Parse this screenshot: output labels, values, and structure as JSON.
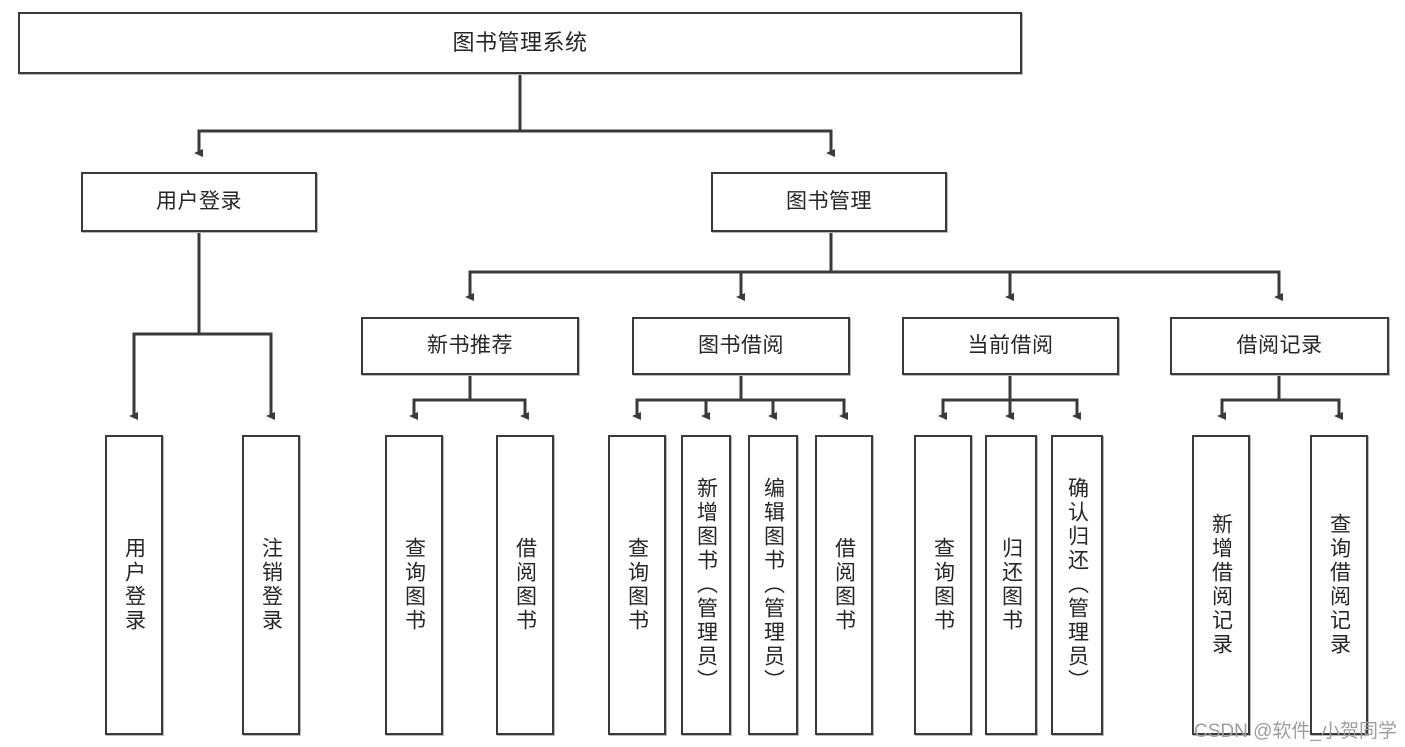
{
  "diagram": {
    "title": "图书管理系统",
    "type": "tree-hierarchy-chart",
    "root": {
      "label": "图书管理系统"
    },
    "level1": [
      {
        "label": "用户登录"
      },
      {
        "label": "图书管理"
      }
    ],
    "level2": [
      {
        "label": "新书推荐"
      },
      {
        "label": "图书借阅"
      },
      {
        "label": "当前借阅"
      },
      {
        "label": "借阅记录"
      }
    ],
    "leaves": {
      "user_login": [
        {
          "label": "用户登录"
        },
        {
          "label": "注销登录"
        }
      ],
      "new_book_recommend": [
        {
          "label": "查询图书"
        },
        {
          "label": "借阅图书"
        }
      ],
      "book_borrow": [
        {
          "label": "查询图书"
        },
        {
          "label": "新增图书（管理员）"
        },
        {
          "label": "编辑图书（管理员）"
        },
        {
          "label": "借阅图书"
        }
      ],
      "current_borrow": [
        {
          "label": "查询图书"
        },
        {
          "label": "归还图书"
        },
        {
          "label": "确认归还（管理员）"
        }
      ],
      "borrow_record": [
        {
          "label": "新增借阅记录"
        },
        {
          "label": "查询借阅记录"
        }
      ]
    },
    "watermark": "CSDN @软件_小贺同学",
    "colors": {
      "stroke": "#3a3a3a",
      "fill": "#ffffff",
      "text": "#262626",
      "shadow": "#b9b9b9",
      "watermark": "#9e9e9e"
    }
  }
}
